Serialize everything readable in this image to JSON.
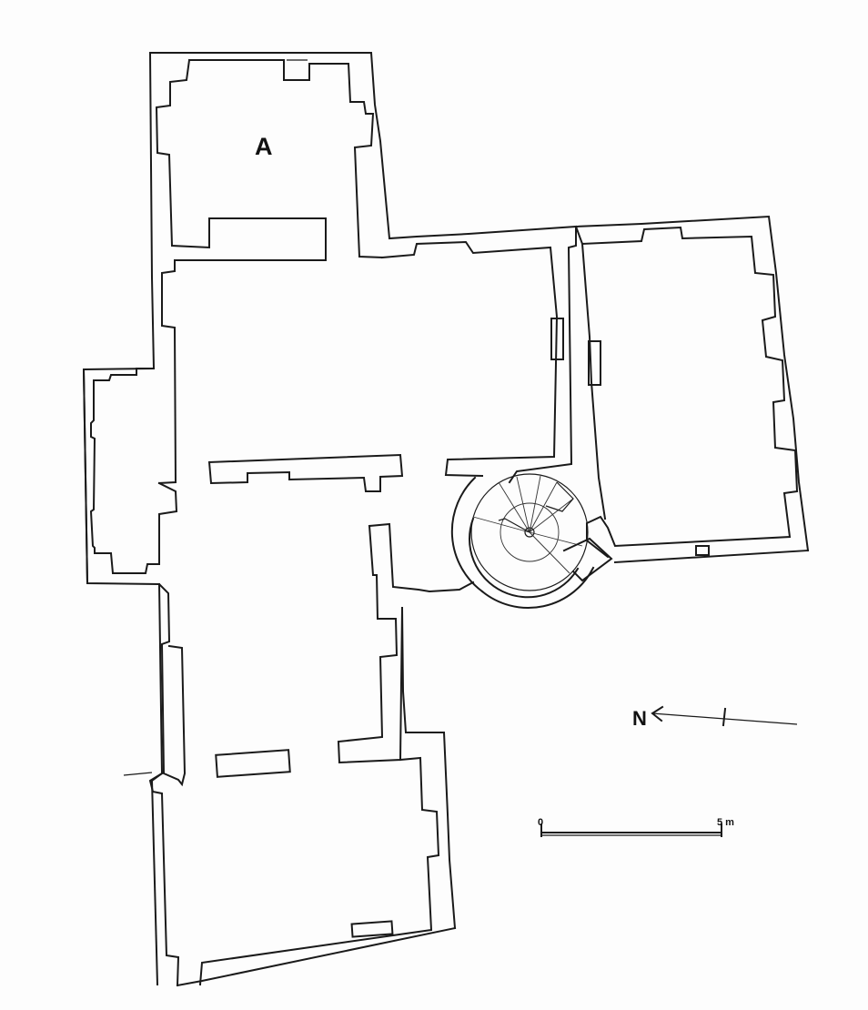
{
  "plan": {
    "room_label": "A"
  },
  "north_arrow": {
    "letter": "N"
  },
  "scale_bar": {
    "start_label": "0",
    "end_label": "5 m"
  }
}
